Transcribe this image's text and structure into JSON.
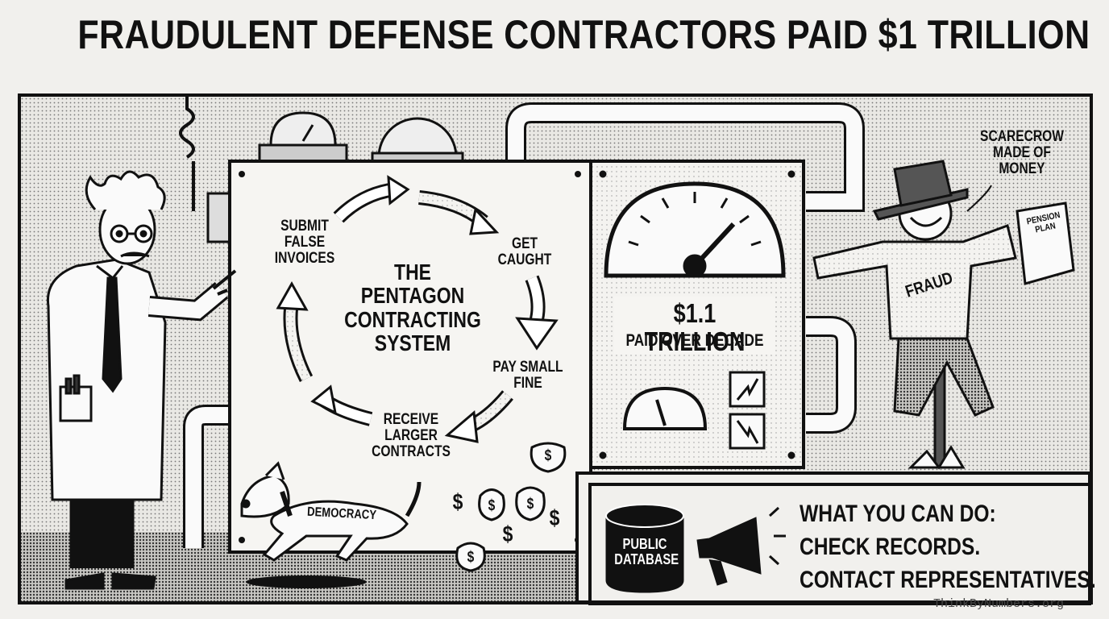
{
  "header": {
    "title": "FRAUDULENT DEFENSE CONTRACTORS PAID $1 TRILLION"
  },
  "cycle": {
    "center_lines": [
      "THE",
      "PENTAGON",
      "CONTRACTING",
      "SYSTEM"
    ],
    "steps": [
      {
        "lines": [
          "SUBMIT",
          "FALSE",
          "INVOICES"
        ]
      },
      {
        "lines": [
          "GET",
          "CAUGHT"
        ]
      },
      {
        "lines": [
          "PAY SMALL",
          "FINE"
        ]
      },
      {
        "lines": [
          "RECEIVE",
          "LARGER",
          "CONTRACTS"
        ]
      }
    ]
  },
  "meter": {
    "amount": "$1.1 TRILLION",
    "caption": "PAID OVER DECADE"
  },
  "scarecrow": {
    "callout_lines": [
      "SCARECROW",
      "MADE OF",
      "MONEY"
    ],
    "shirt_label": "FRAUD",
    "document_lines": [
      "PENSION",
      "PLAN"
    ]
  },
  "dog": {
    "collar_label": "DEMOCRACY"
  },
  "money": {
    "bag_symbol": "$"
  },
  "action": {
    "database_lines": [
      "PUBLIC",
      "DATABASE"
    ],
    "lines": [
      "WHAT YOU CAN DO:",
      "CHECK RECORDS.",
      "CONTACT REPRESENTATIVES."
    ]
  },
  "watermark": "ThinkByNumbers.org",
  "icons": [
    "professor-figure",
    "pipe",
    "dial-gauge",
    "cycle-arrow",
    "dog",
    "money-bag",
    "scarecrow",
    "megaphone",
    "database-cylinder"
  ],
  "colors": {
    "ink": "#111111",
    "paper": "#f1f0ed",
    "panel": "#e4e3df"
  }
}
